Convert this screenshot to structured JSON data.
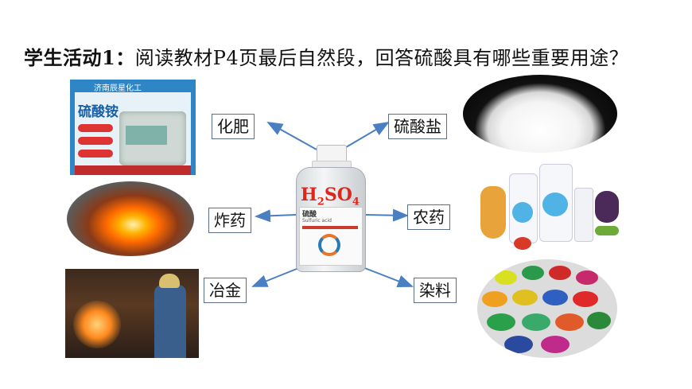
{
  "heading": {
    "lead": "学生活动1：",
    "rest": "阅读教材P4页最后自然段，回答硫酸具有哪些重要用途？"
  },
  "bottle": {
    "formula_parts": [
      "H",
      "2",
      "SO",
      "4"
    ],
    "cn_name": "硫酸",
    "en_name": "Sulfuric acid"
  },
  "uses": {
    "fertilizer": "化肥",
    "sulfate": "硫酸盐",
    "explosive": "炸药",
    "pesticide": "农药",
    "metallurgy": "冶金",
    "dye": "染料"
  },
  "bag": {
    "brand": "济南辰星化工",
    "product": "硫酸铵"
  }
}
